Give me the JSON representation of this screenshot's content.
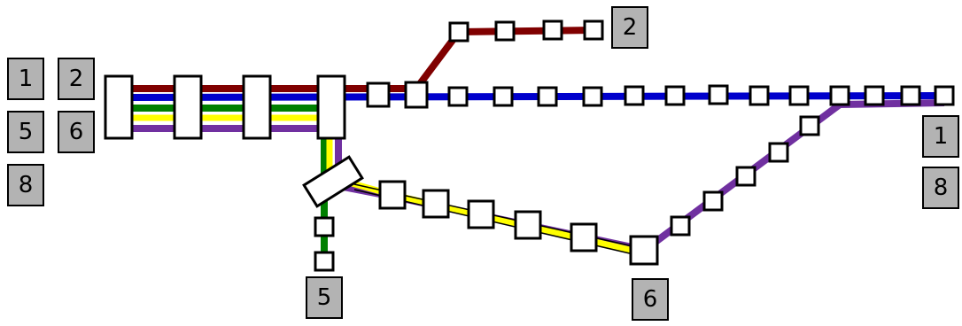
{
  "lines": {
    "line_1": {
      "label": "1",
      "color": "#0000cc"
    },
    "line_2": {
      "label": "2",
      "color": "#800000"
    },
    "line_5": {
      "label": "5",
      "color": "#008000"
    },
    "line_6": {
      "label": "6",
      "color": "#ffff00"
    },
    "line_8": {
      "label": "8",
      "color": "#7030a0"
    }
  },
  "badges": {
    "legend": [
      "1",
      "2",
      "5",
      "6",
      "8"
    ],
    "terminus_2": "2",
    "terminus_1": "1",
    "terminus_8": "8",
    "terminus_5": "5",
    "terminus_6": "6"
  }
}
